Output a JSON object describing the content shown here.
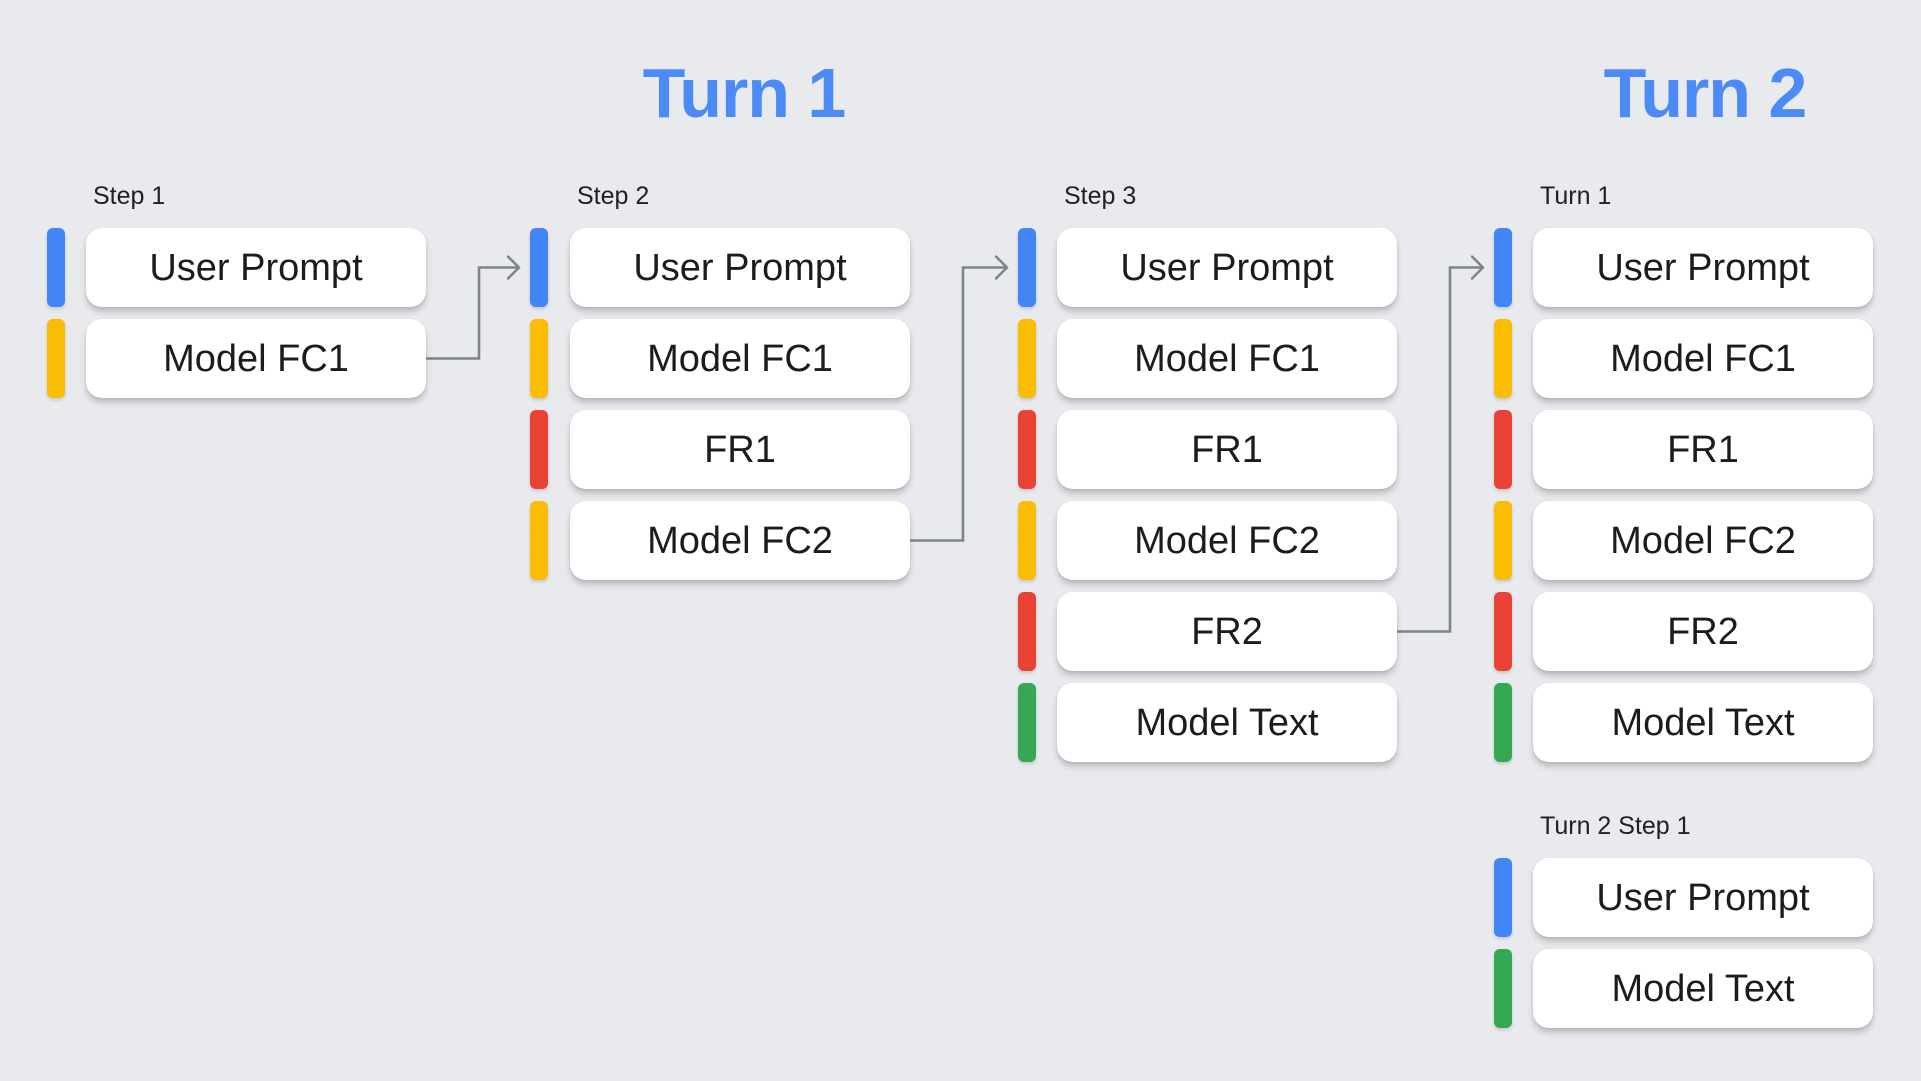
{
  "diagram": {
    "titles": [
      {
        "label": "Turn 1"
      },
      {
        "label": "Turn 2"
      }
    ],
    "groups": [
      {
        "label": "Step 1",
        "boxes": [
          {
            "text": "User Prompt",
            "color": "blue"
          },
          {
            "text": "Model FC1",
            "color": "yellow"
          }
        ]
      },
      {
        "label": "Step 2",
        "boxes": [
          {
            "text": "User Prompt",
            "color": "blue"
          },
          {
            "text": "Model FC1",
            "color": "yellow"
          },
          {
            "text": "FR1",
            "color": "red"
          },
          {
            "text": "Model FC2",
            "color": "yellow"
          }
        ]
      },
      {
        "label": "Step 3",
        "boxes": [
          {
            "text": "User Prompt",
            "color": "blue"
          },
          {
            "text": "Model FC1",
            "color": "yellow"
          },
          {
            "text": "FR1",
            "color": "red"
          },
          {
            "text": "Model FC2",
            "color": "yellow"
          },
          {
            "text": "FR2",
            "color": "red"
          },
          {
            "text": "Model Text",
            "color": "green"
          }
        ]
      },
      {
        "label": "Turn 1",
        "boxes": [
          {
            "text": "User Prompt",
            "color": "blue"
          },
          {
            "text": "Model FC1",
            "color": "yellow"
          },
          {
            "text": "FR1",
            "color": "red"
          },
          {
            "text": "Model FC2",
            "color": "yellow"
          },
          {
            "text": "FR2",
            "color": "red"
          },
          {
            "text": "Model Text",
            "color": "green"
          }
        ]
      },
      {
        "label": "Turn 2 Step 1",
        "boxes": [
          {
            "text": "User Prompt",
            "color": "blue"
          },
          {
            "text": "Model Text",
            "color": "green"
          }
        ]
      }
    ],
    "arrows": [
      {
        "from_group": 0,
        "from_box": 1,
        "to_group": 1,
        "to_box": 0
      },
      {
        "from_group": 1,
        "from_box": 3,
        "to_group": 2,
        "to_box": 0
      },
      {
        "from_group": 2,
        "from_box": 4,
        "to_group": 3,
        "to_box": 0
      }
    ],
    "colors": {
      "background": "#e8eaed",
      "blue": "#4285F4",
      "yellow": "#FBBC04",
      "red": "#EA4335",
      "green": "#34A853",
      "title_blue": "#4C8BF5",
      "arrow_gray": "#7f8489",
      "label_text": "#202124",
      "box_text": "#1b1c1e",
      "box_bg": "#ffffff"
    }
  }
}
